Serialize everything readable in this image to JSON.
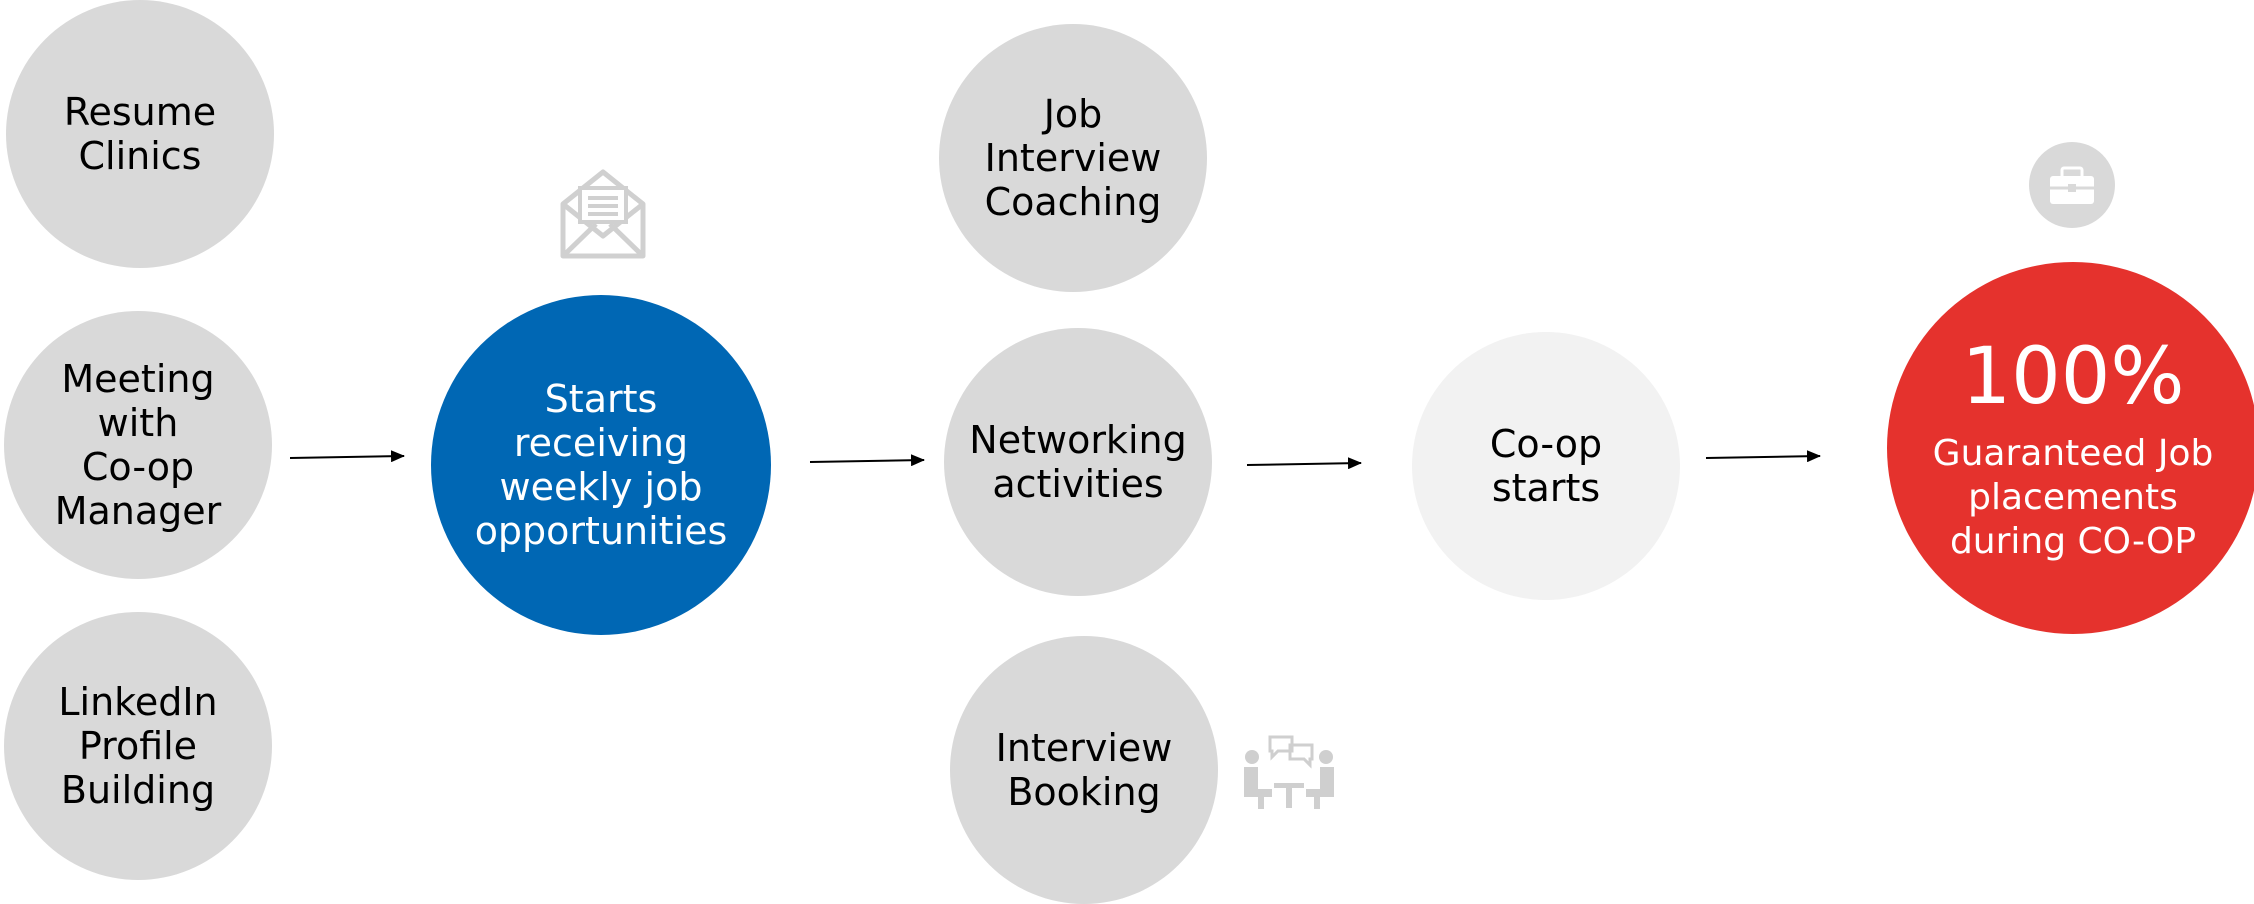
{
  "nodes": {
    "resume": "Resume\nClinics",
    "meeting": "Meeting\nwith\nCo-op\nManager",
    "linkedin": "LinkedIn\nProfile\nBuilding",
    "starts": "Starts\nreceiving\nweekly job\nopportunities",
    "job_interview_coaching": "Job\nInterview\nCoaching",
    "networking": "Networking\nactivities",
    "interview_booking": "Interview\nBooking",
    "coop_starts": "Co-op\nstarts",
    "guarantee_value": "100%",
    "guarantee_text": "Guaranteed Job\nplacements\nduring CO-OP"
  },
  "icons": {
    "mail": "envelope-icon",
    "briefcase": "briefcase-icon",
    "meeting": "meeting-people-icon"
  },
  "colors": {
    "grey_node": "#d9d9d9",
    "light_node": "#f2f2f2",
    "blue_node": "#0067b4",
    "red_node": "#e5322d",
    "icon_grey": "#d0d0d0"
  }
}
